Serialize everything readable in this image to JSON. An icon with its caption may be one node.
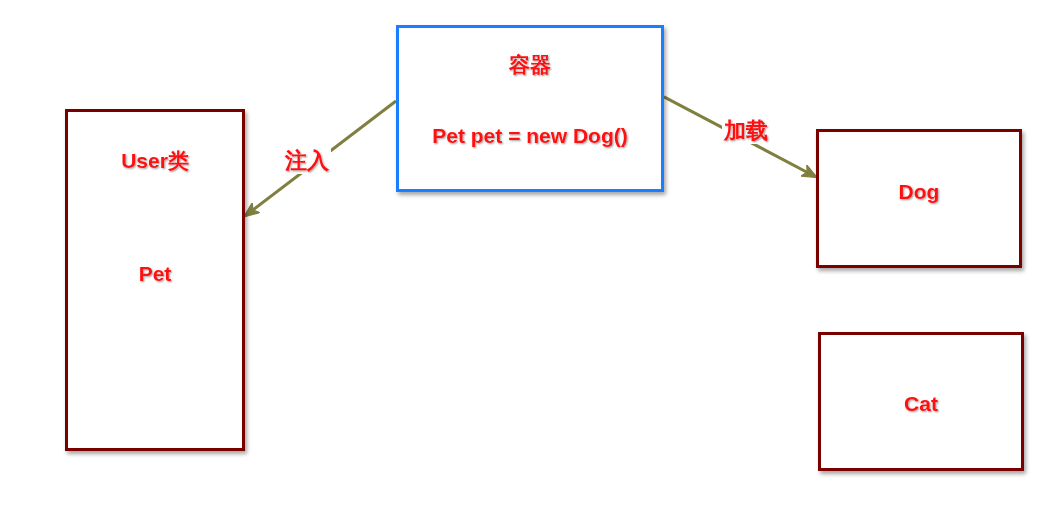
{
  "diagram": {
    "nodes": [
      {
        "text": [
          "容器",
          "Pet pet = new Dog()"
        ]
      },
      {
        "text": [
          "User类",
          "Pet"
        ]
      },
      {
        "text": [
          "Dog"
        ]
      },
      {
        "text": [
          "Cat"
        ]
      }
    ],
    "edges": [
      {
        "from": 0,
        "to": 1,
        "arrow": "to",
        "label": "注入"
      },
      {
        "from": 0,
        "to": 2,
        "arrow": "to",
        "label": "加载"
      }
    ]
  }
}
